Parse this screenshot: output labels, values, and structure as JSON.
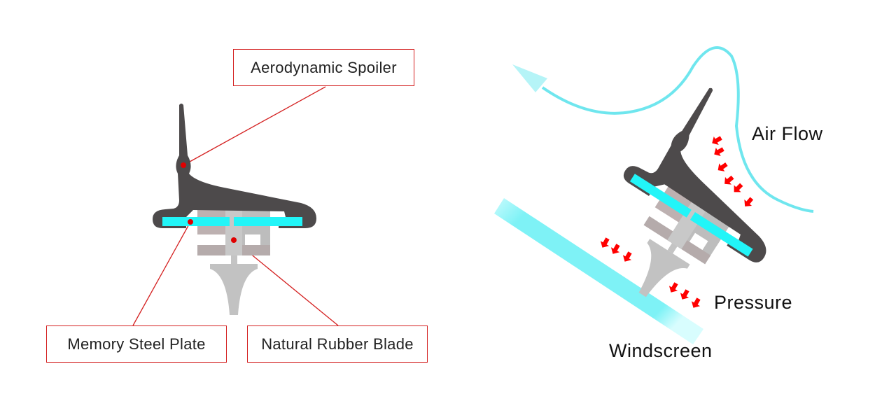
{
  "left_diagram": {
    "labels": {
      "spoiler": "Aerodynamic Spoiler",
      "steel_plate": "Memory Steel Plate",
      "rubber_blade": "Natural Rubber Blade"
    }
  },
  "right_diagram": {
    "labels": {
      "air_flow": "Air Flow",
      "pressure": "Pressure",
      "windscreen": "Windscreen"
    }
  },
  "colors": {
    "callout": "#d42020",
    "spoiler": "#4d4a4b",
    "steel_plate": "#22f5f8",
    "rubber": "#b9b9b9",
    "air_flow": "#6fe6ee",
    "pressure_arrows": "#ff0000"
  }
}
